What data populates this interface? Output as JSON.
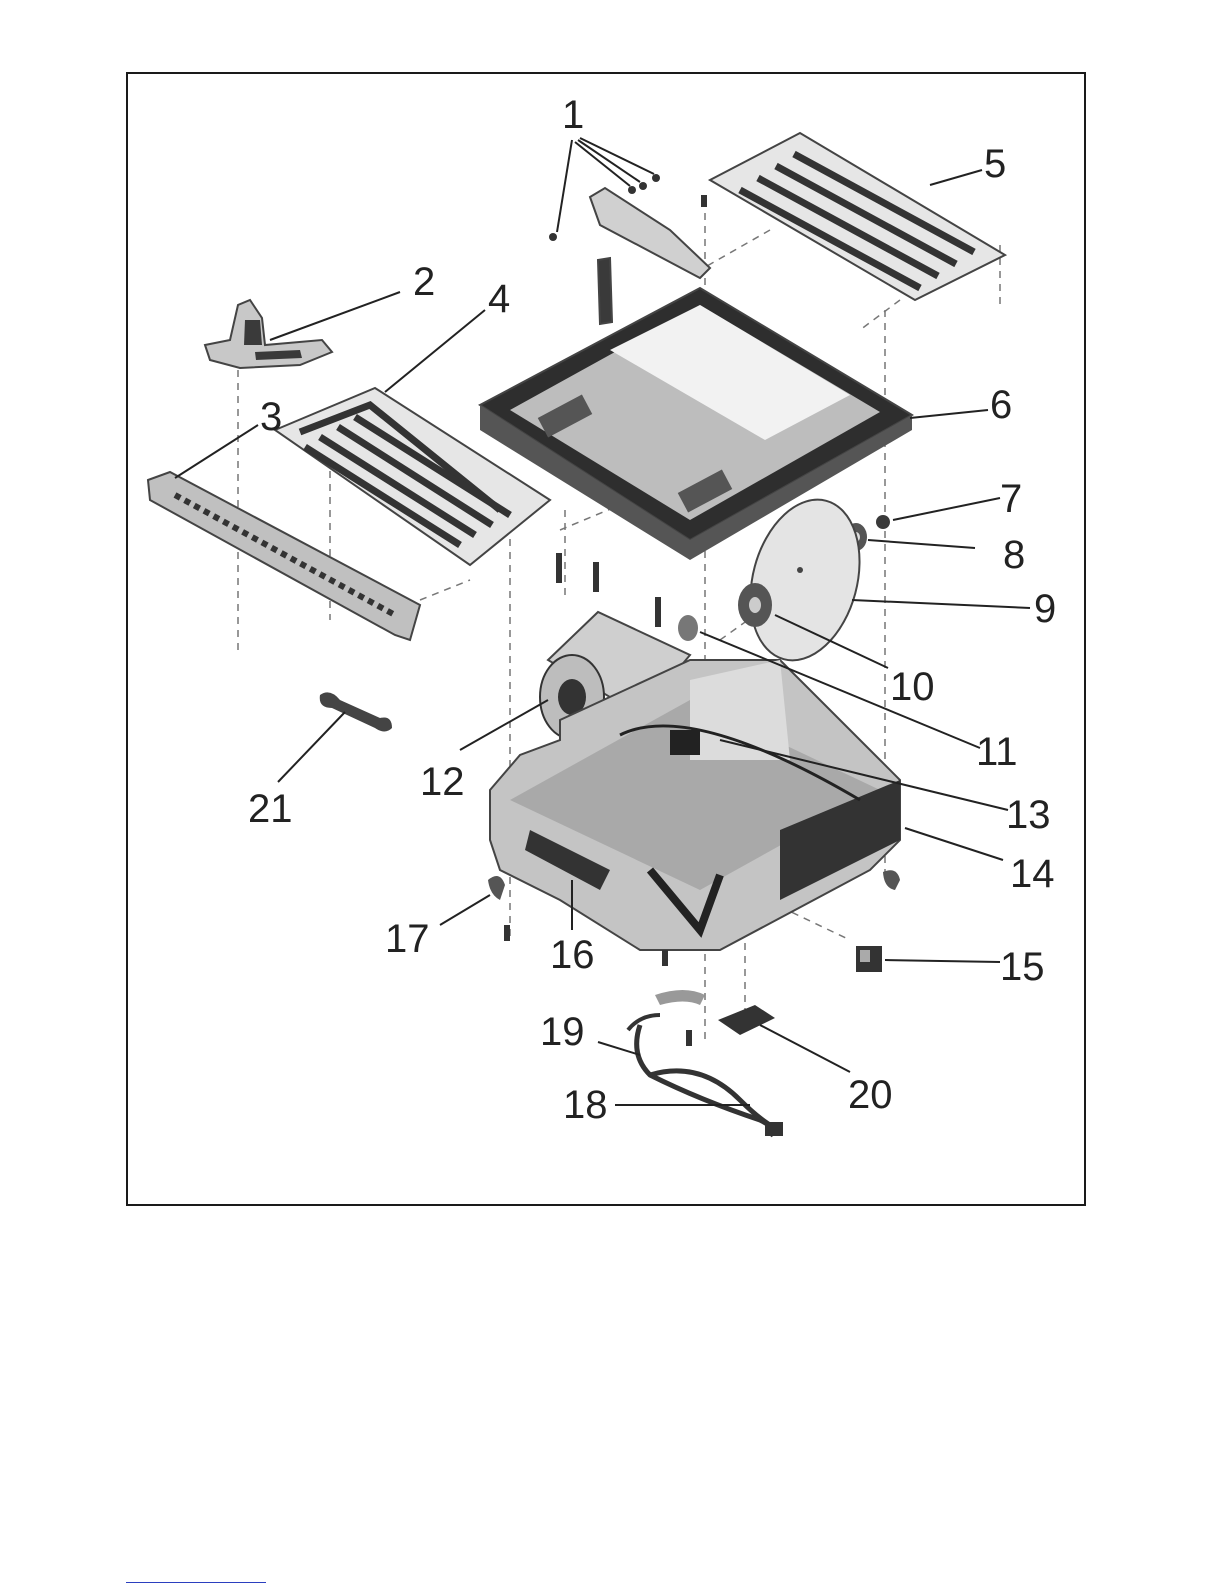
{
  "diagram": {
    "callouts": [
      {
        "num": "1"
      },
      {
        "num": "2"
      },
      {
        "num": "3"
      },
      {
        "num": "4"
      },
      {
        "num": "5"
      },
      {
        "num": "6"
      },
      {
        "num": "7"
      },
      {
        "num": "8"
      },
      {
        "num": "9"
      },
      {
        "num": "10"
      },
      {
        "num": "11"
      },
      {
        "num": "12"
      },
      {
        "num": "13"
      },
      {
        "num": "14"
      },
      {
        "num": "15"
      },
      {
        "num": "16"
      },
      {
        "num": "17"
      },
      {
        "num": "18"
      },
      {
        "num": "19"
      },
      {
        "num": "20"
      },
      {
        "num": "21"
      }
    ],
    "colors": {
      "frame": "#1a1a1a",
      "part_fill": "#d0d0d0",
      "part_dark": "#3a3a3a",
      "footer_rule": "#2b3fbf"
    }
  }
}
